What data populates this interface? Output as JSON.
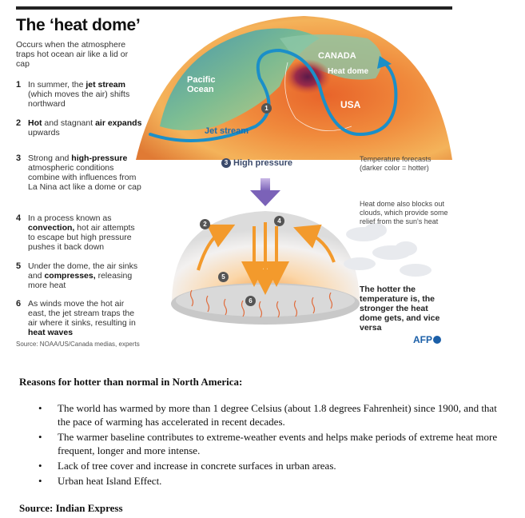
{
  "infographic": {
    "title": "The ‘heat dome’",
    "subtitle": "Occurs when the atmosphere traps hot ocean air like a lid or cap",
    "steps": [
      {
        "num": "1",
        "parts": [
          [
            "In summer, the ",
            false
          ],
          [
            "jet stream",
            true
          ],
          [
            " (which moves the air) shifts northward",
            false
          ]
        ]
      },
      {
        "num": "2",
        "parts": [
          [
            "Hot",
            true
          ],
          [
            " and stagnant ",
            false
          ],
          [
            "air expands",
            true
          ],
          [
            " upwards",
            false
          ]
        ]
      },
      {
        "num": "3",
        "parts": [
          [
            "Strong and ",
            false
          ],
          [
            "high-pressure",
            true
          ],
          [
            " atmospheric conditions combine with influences from La Nina act like a dome or cap",
            false
          ]
        ]
      },
      {
        "num": "4",
        "parts": [
          [
            "In a process known as ",
            false
          ],
          [
            "convection,",
            true
          ],
          [
            " hot air attempts to escape but high pressure pushes it back down",
            false
          ]
        ]
      },
      {
        "num": "5",
        "parts": [
          [
            "Under the dome, the air sinks and ",
            false
          ],
          [
            "compresses,",
            true
          ],
          [
            " releasing more heat",
            false
          ]
        ]
      },
      {
        "num": "6",
        "parts": [
          [
            "As winds move the hot air east, the jet stream traps the air where it sinks, resulting in ",
            false
          ],
          [
            "heat waves",
            true
          ]
        ]
      }
    ],
    "map_labels": {
      "pacific": "Pacific Ocean",
      "canada": "CANADA",
      "heat_dome": "Heat dome",
      "usa": "USA",
      "jet_stream": "Jet stream",
      "high_pressure_num": "3",
      "high_pressure": "High pressure"
    },
    "notes": {
      "temperature": "Temperature forecasts (darker color = hotter)",
      "clouds": "Heat dome also blocks out clouds, which provide some relief from the sun's heat",
      "hotter": "The hotter the temperature is, the stronger the heat dome gets, and vice versa"
    },
    "badges": [
      "1",
      "2",
      "4",
      "5",
      "6"
    ],
    "source": "Source: NOAA/US/Canada medias, experts",
    "credit": "AFP"
  },
  "text": {
    "heading": "Reasons for hotter than normal in North America:",
    "bullets": [
      "The world has warmed by more than 1 degree Celsius (about 1.8 degrees Fahrenheit) since 1900, and that the pace of warming has accelerated in recent decades.",
      "The warmer baseline contributes to extreme-weather events and helps make periods of extreme heat more frequent, longer and more intense.",
      "Lack of tree cover and increase in concrete surfaces in urban areas.",
      "Urban heat Island Effect."
    ],
    "source": "Source: Indian Express"
  },
  "colors": {
    "jet_stream": "#1b8fc8",
    "hot": "#c0392b",
    "arrow": "#f39a2c",
    "pressure_arrow": "#8e7ac2",
    "afp": "#1b5fa8"
  }
}
